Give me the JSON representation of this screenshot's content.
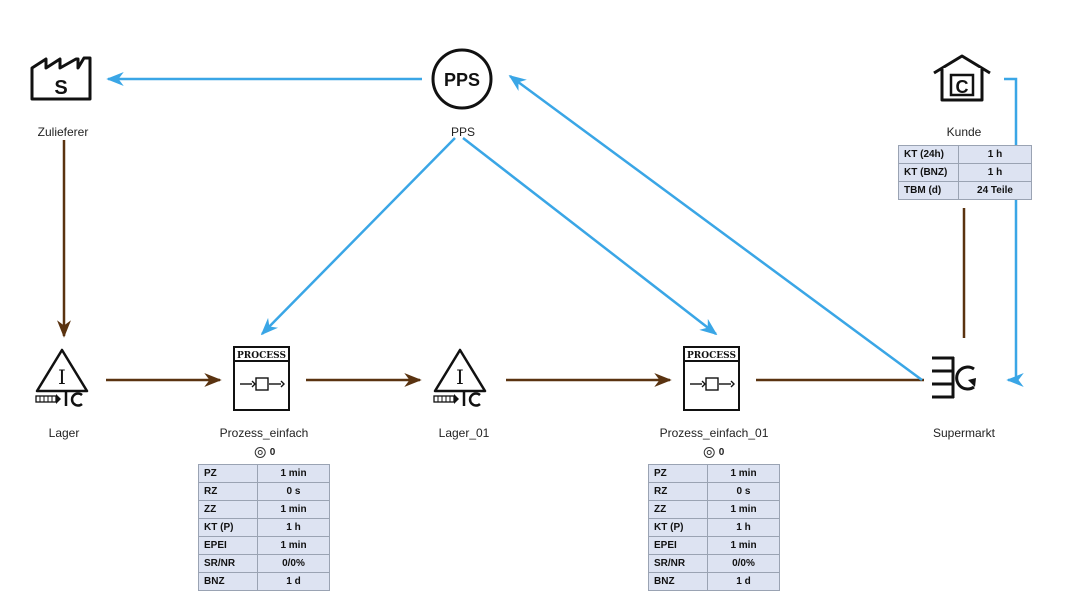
{
  "nodes": {
    "zulieferer": {
      "label": "Zulieferer",
      "icon": "factory-s-icon",
      "letter": "S"
    },
    "pps": {
      "label": "PPS",
      "icon": "pps-circle-icon",
      "letter": "PPS"
    },
    "kunde": {
      "label": "Kunde",
      "icon": "house-c-icon",
      "letter": "C"
    },
    "lager": {
      "label": "Lager",
      "icon": "inventory-triangle-icon",
      "letter": "I"
    },
    "prozess1": {
      "label": "Prozess_einfach",
      "icon": "process-box-icon",
      "header": "PROCESS",
      "counter": "0"
    },
    "lager01": {
      "label": "Lager_01",
      "icon": "inventory-triangle-icon",
      "letter": "I"
    },
    "prozess2": {
      "label": "Prozess_einfach_01",
      "icon": "process-box-icon",
      "header": "PROCESS",
      "counter": "0"
    },
    "supermarkt": {
      "label": "Supermarkt",
      "icon": "supermarket-icon"
    }
  },
  "kunde_table": [
    {
      "key": "KT (24h)",
      "value": "1 h"
    },
    {
      "key": "KT (BNZ)",
      "value": "1 h"
    },
    {
      "key": "TBM (d)",
      "value": "24 Teile"
    }
  ],
  "prozess1_table": [
    {
      "key": "PZ",
      "value": "1 min"
    },
    {
      "key": "RZ",
      "value": "0 s"
    },
    {
      "key": "ZZ",
      "value": "1 min"
    },
    {
      "key": "KT (P)",
      "value": "1 h"
    },
    {
      "key": "EPEI",
      "value": "1 min"
    },
    {
      "key": "SR/NR",
      "value": "0/0%"
    },
    {
      "key": "BNZ",
      "value": "1 d"
    }
  ],
  "prozess2_table": [
    {
      "key": "PZ",
      "value": "1 min"
    },
    {
      "key": "RZ",
      "value": "0 s"
    },
    {
      "key": "ZZ",
      "value": "1 min"
    },
    {
      "key": "KT (P)",
      "value": "1 h"
    },
    {
      "key": "EPEI",
      "value": "1 min"
    },
    {
      "key": "SR/NR",
      "value": "0/0%"
    },
    {
      "key": "BNZ",
      "value": "1 d"
    }
  ],
  "colors": {
    "material_flow": "#5a3310",
    "information_flow": "#3aa6e6",
    "table_bg": "#dde3f2",
    "table_border": "#9aa3b3"
  }
}
